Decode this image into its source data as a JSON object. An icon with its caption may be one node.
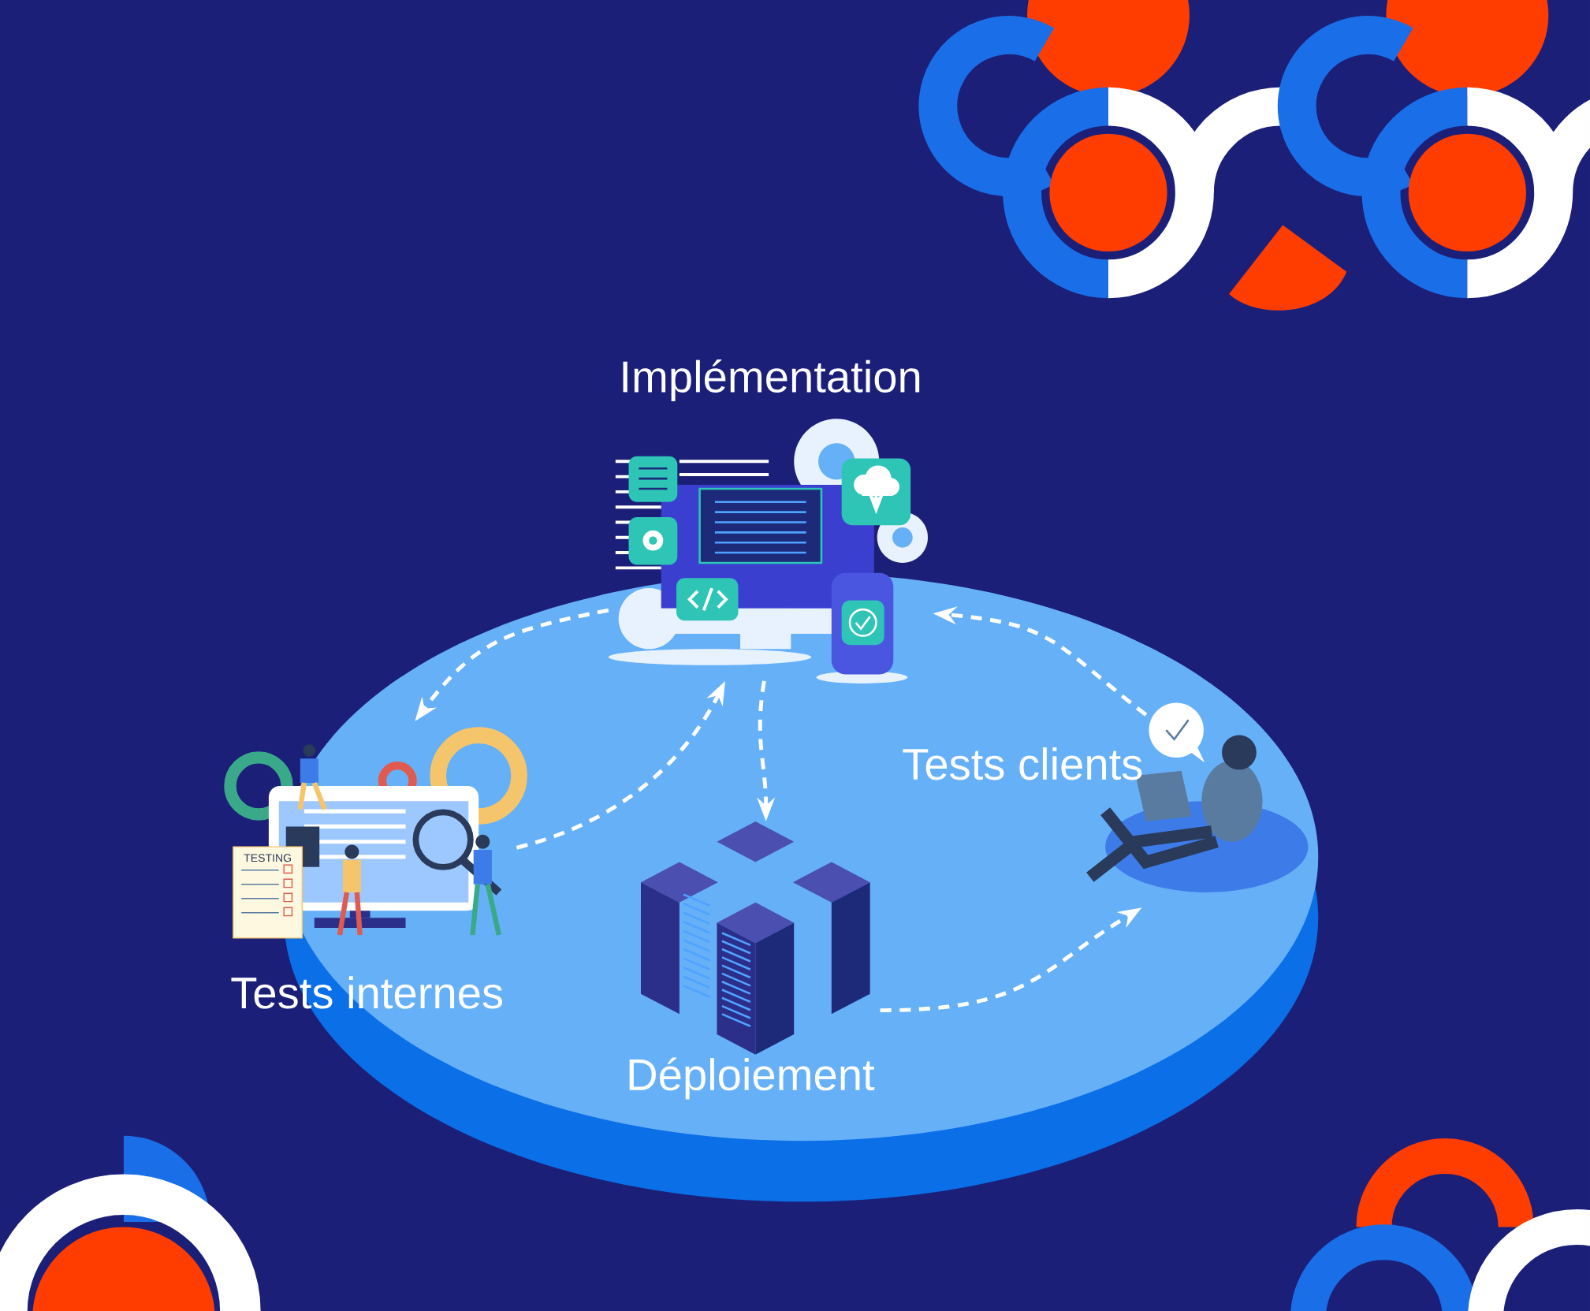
{
  "diagram": {
    "nodes": [
      {
        "text": [
          "Implémentation"
        ]
      },
      {
        "text": [
          "Tests internes"
        ]
      },
      {
        "text": [
          "Déploiement"
        ]
      },
      {
        "text": [
          "Tests clients"
        ]
      }
    ],
    "edges": [
      {
        "from": 0,
        "to": 1,
        "arrow": "to"
      },
      {
        "from": 1,
        "to": 0,
        "arrow": "to"
      },
      {
        "from": 0,
        "to": 2,
        "arrow": "to"
      },
      {
        "from": 2,
        "to": 3,
        "arrow": "to"
      },
      {
        "from": 3,
        "to": 0,
        "arrow": "to"
      }
    ],
    "labels": [
      "TESTING"
    ]
  }
}
